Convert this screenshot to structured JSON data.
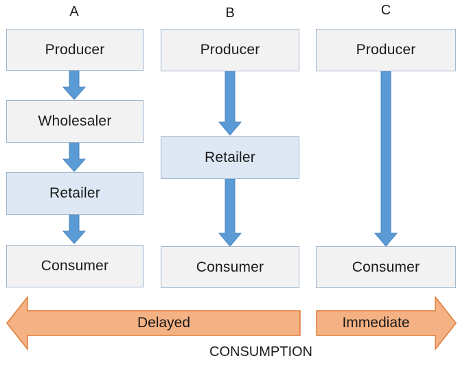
{
  "columns": [
    {
      "letter": "A",
      "boxes": [
        "Producer",
        "Wholesaler",
        "Retailer",
        "Consumer"
      ]
    },
    {
      "letter": "B",
      "boxes": [
        "Producer",
        "Retailer",
        "Consumer"
      ]
    },
    {
      "letter": "C",
      "boxes": [
        "Producer",
        "Consumer"
      ]
    }
  ],
  "bottom": {
    "delayed_label": "Delayed",
    "immediate_label": "Immediate",
    "caption": "CONSUMPTION"
  },
  "colors": {
    "box_fill": "#f2f2f2",
    "retailer_fill": "#dde8f4",
    "box_border": "#9fb6cf",
    "flow_arrow": "#5b9bd5",
    "time_arrow": "#f4b183",
    "time_arrow_border": "#e07b39"
  }
}
